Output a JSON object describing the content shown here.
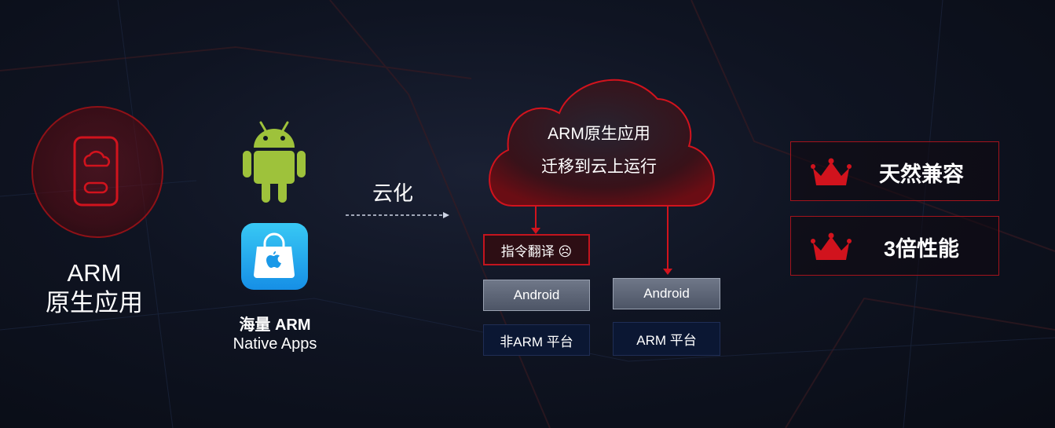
{
  "left": {
    "title_line1": "ARM",
    "title_line2": "原生应用"
  },
  "apps": {
    "label_line1": "海量 ARM",
    "label_line2": "Native Apps"
  },
  "transition": {
    "label": "云化"
  },
  "cloud": {
    "line1": "ARM原生应用",
    "line2": "迁移到云上运行"
  },
  "stack_left": {
    "translate_label": "指令翻译 ☹",
    "android_label": "Android",
    "platform_label": "非ARM 平台"
  },
  "stack_right": {
    "android_label": "Android",
    "platform_label": "ARM 平台"
  },
  "features": [
    {
      "label": "天然兼容"
    },
    {
      "label": "3倍性能"
    }
  ],
  "colors": {
    "accent_red": "#c4141e",
    "background": "#0f1422",
    "android_green": "#9ec23b",
    "app_blue": "#1fa6ee"
  },
  "icons": {
    "phone": "phone-cloud-icon",
    "android": "android-icon",
    "app_store": "app-store-bag-icon",
    "crown": "crown-icon"
  }
}
